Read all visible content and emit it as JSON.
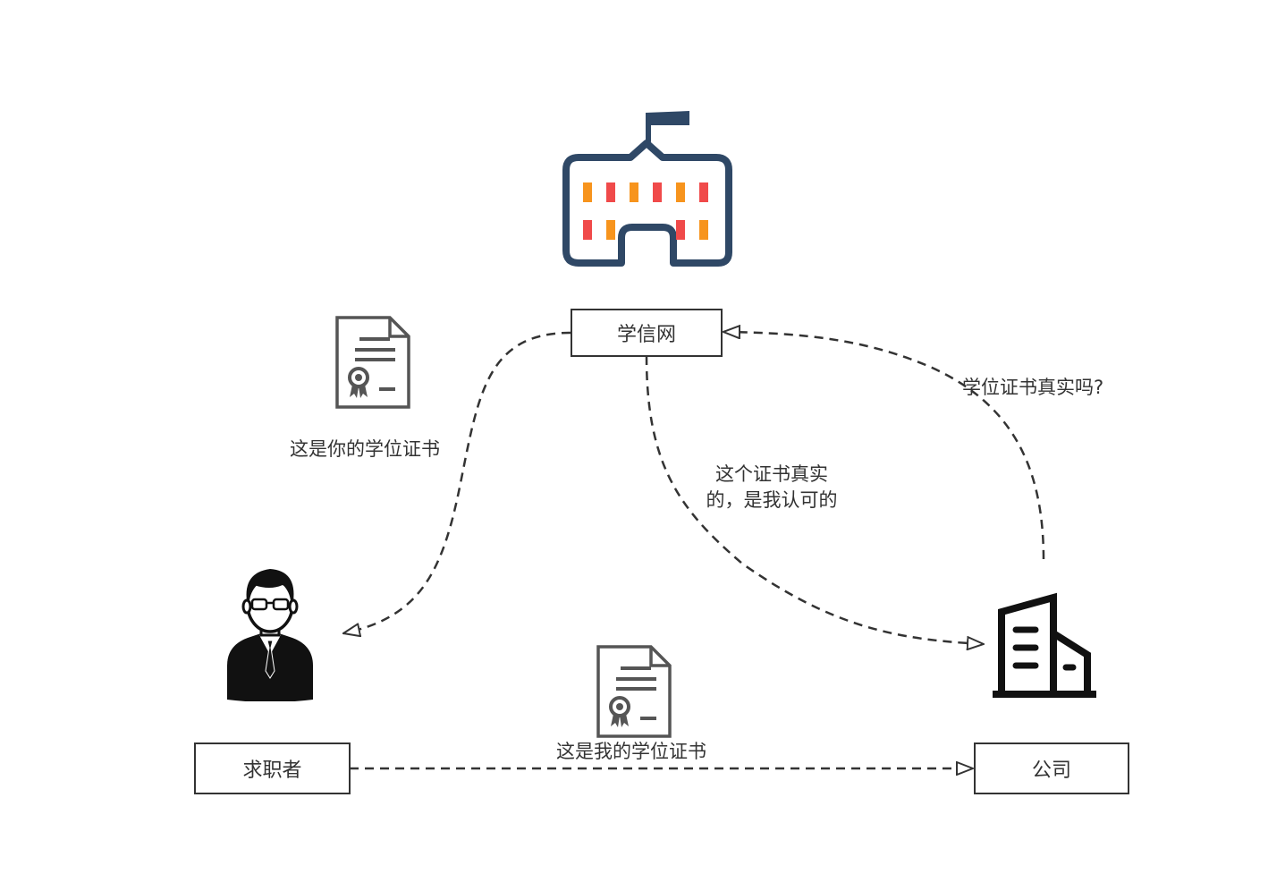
{
  "nodes": {
    "xuexin": {
      "label": "学信网",
      "icon": "school-building-icon"
    },
    "applicant": {
      "label": "求职者",
      "icon": "businessman-icon"
    },
    "company": {
      "label": "公司",
      "icon": "office-building-icon"
    }
  },
  "edges": {
    "xuexin_to_applicant": {
      "label": "这是你的学位证书",
      "attachment_icon": "certificate-icon"
    },
    "xuexin_to_company": {
      "label_line1": "这个证书真实",
      "label_line2": "的，是我认可的"
    },
    "company_to_xuexin": {
      "label": "学位证书真实吗?"
    },
    "applicant_to_company": {
      "label": "这是我的学位证书",
      "attachment_icon": "certificate-icon"
    }
  },
  "colors": {
    "school_outline": "#2f4866",
    "window_orange": "#f7941d",
    "window_red": "#f04a4a",
    "line": "#333333",
    "certificate": "#555555",
    "person": "#111111"
  }
}
